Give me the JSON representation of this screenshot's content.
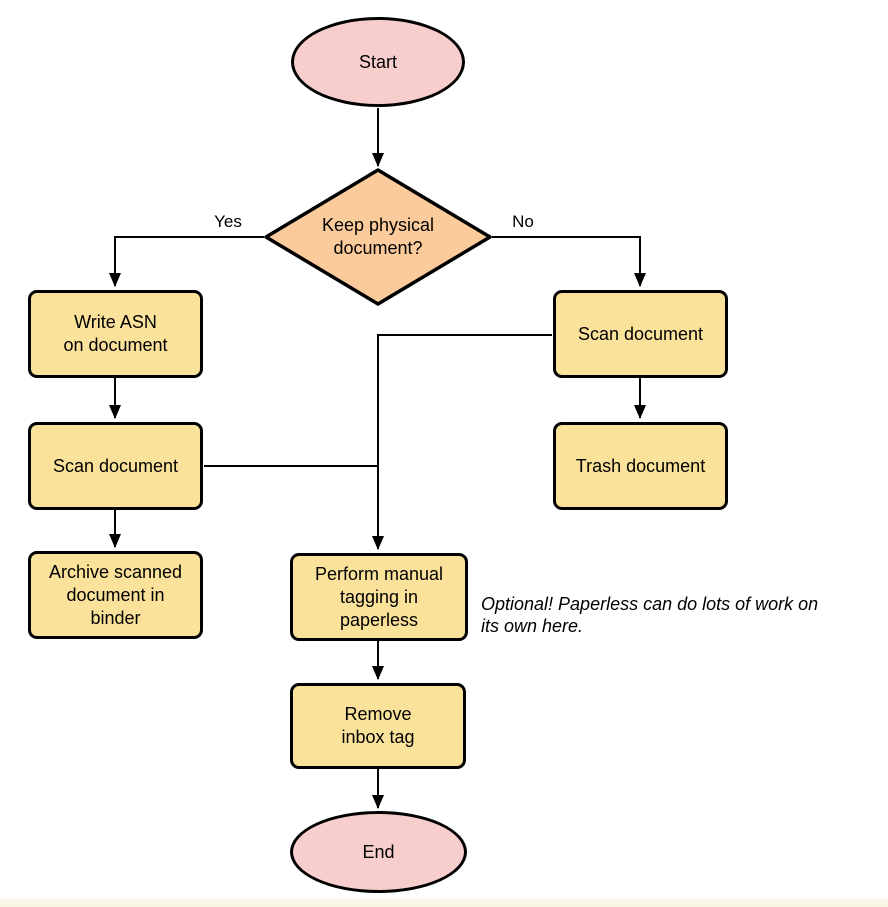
{
  "diagram_type": "flowchart",
  "colors": {
    "terminator_fill": "#f8cecc",
    "decision_fill": "#fbcb9c",
    "process_fill": "#fbe29b",
    "stroke": "#000000",
    "strip_fill": "#faf6e6"
  },
  "nodes": {
    "start": {
      "shape": "ellipse",
      "label": "Start"
    },
    "decision": {
      "shape": "diamond",
      "label": "Keep physical\ndocument?"
    },
    "write_asn": {
      "shape": "rect",
      "label": "Write ASN\non document"
    },
    "scan_left": {
      "shape": "rect",
      "label": "Scan document"
    },
    "archive": {
      "shape": "rect",
      "label": "Archive scanned\ndocument in\nbinder"
    },
    "scan_right": {
      "shape": "rect",
      "label": "Scan document"
    },
    "trash": {
      "shape": "rect",
      "label": "Trash document"
    },
    "perform_tagging": {
      "shape": "rect",
      "label": "Perform manual\ntagging in\npaperless"
    },
    "remove_inbox": {
      "shape": "rect",
      "label": "Remove\ninbox tag"
    },
    "end": {
      "shape": "ellipse",
      "label": "End"
    }
  },
  "edges": [
    {
      "from": "start",
      "to": "decision",
      "label": ""
    },
    {
      "from": "decision",
      "to": "write_asn",
      "label": "Yes"
    },
    {
      "from": "decision",
      "to": "scan_right",
      "label": "No"
    },
    {
      "from": "write_asn",
      "to": "scan_left",
      "label": ""
    },
    {
      "from": "scan_left",
      "to": "archive",
      "label": ""
    },
    {
      "from": "scan_right",
      "to": "trash",
      "label": ""
    },
    {
      "from": "scan_right",
      "to": "perform_tagging",
      "label": ""
    },
    {
      "from": "scan_left",
      "to": "perform_tagging",
      "label": ""
    },
    {
      "from": "perform_tagging",
      "to": "remove_inbox",
      "label": ""
    },
    {
      "from": "remove_inbox",
      "to": "end",
      "label": ""
    }
  ],
  "edge_labels": {
    "yes": "Yes",
    "no": "No"
  },
  "annotation": {
    "text": "Optional! Paperless can do lots of work on\nits own here."
  }
}
